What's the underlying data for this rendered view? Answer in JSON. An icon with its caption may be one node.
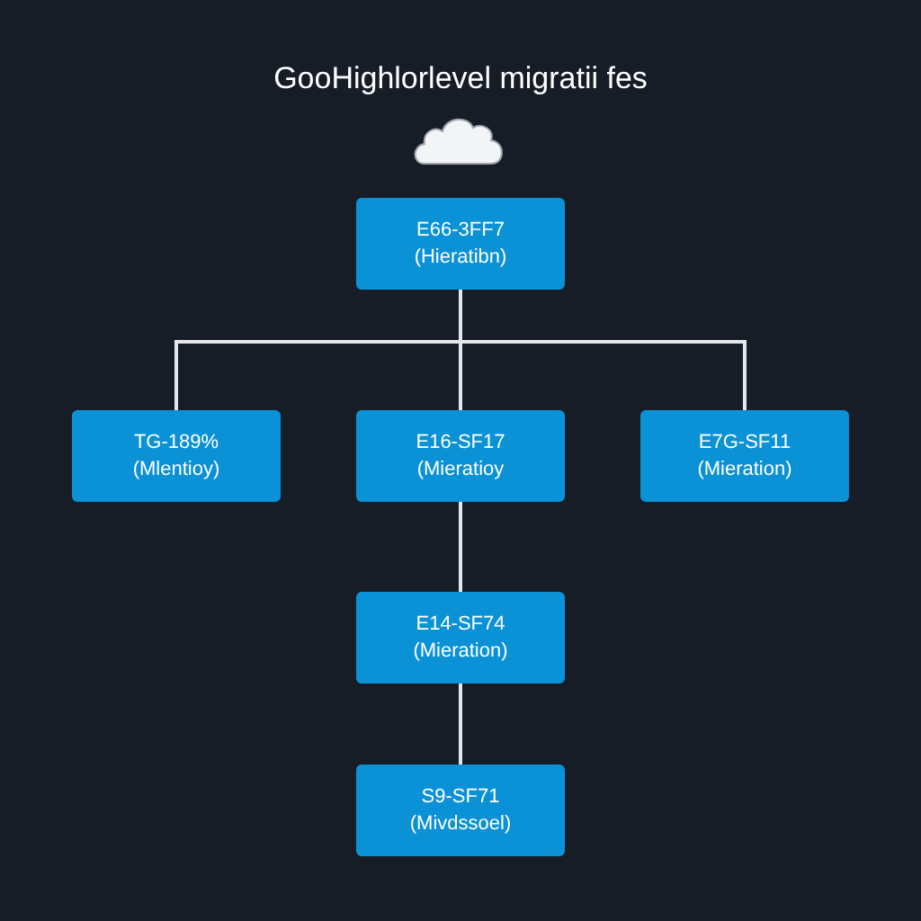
{
  "diagram": {
    "title": "GooHighlorlevel migratii fes",
    "nodes": [
      {
        "text": [
          "E66-3FF7",
          "(Hieratibn)"
        ]
      },
      {
        "text": [
          "TG-189%",
          "(Mlentioy)"
        ]
      },
      {
        "text": [
          "E16-SF17",
          "(Mieratioy"
        ]
      },
      {
        "text": [
          "E7G-SF11",
          "(Mieration)"
        ]
      },
      {
        "text": [
          "E14-SF74",
          "(Mieration)"
        ]
      },
      {
        "text": [
          "S9-SF71",
          "(Mivdssoel)"
        ]
      }
    ],
    "edges": [
      {
        "from": 0,
        "to": 1,
        "arrow": "none"
      },
      {
        "from": 0,
        "to": 2,
        "arrow": "none"
      },
      {
        "from": 0,
        "to": 3,
        "arrow": "none"
      },
      {
        "from": 2,
        "to": 4,
        "arrow": "none"
      },
      {
        "from": 4,
        "to": 5,
        "arrow": "none"
      }
    ]
  }
}
